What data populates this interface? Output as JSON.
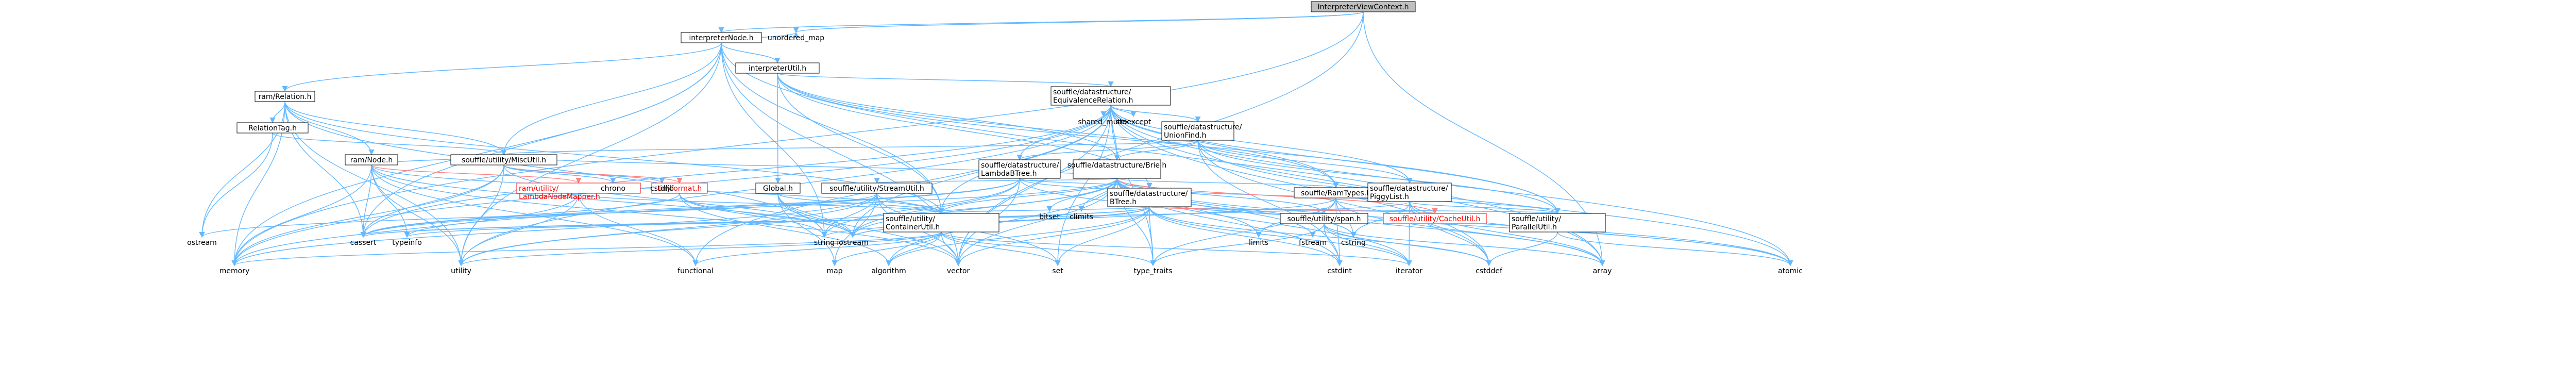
{
  "graph": {
    "root": "InterpreterViewContext.h",
    "nodes": [
      {
        "id": "n_root",
        "label": "InterpreterViewContext.h",
        "kind": "root"
      },
      {
        "id": "n_node",
        "label": "interpreterNode.h",
        "kind": "file"
      },
      {
        "id": "n_util",
        "label": "interpreterUtil.h",
        "kind": "file"
      },
      {
        "id": "n_ramrel",
        "label": "ram/Relation.h",
        "kind": "file"
      },
      {
        "id": "n_reltag",
        "label": "RelationTag.h",
        "kind": "file"
      },
      {
        "id": "n_ramnode",
        "label": "ram/Node.h",
        "kind": "file"
      },
      {
        "id": "n_misc",
        "label": "souffle/utility/MiscUtil.h",
        "kind": "file"
      },
      {
        "id": "n_lambda",
        "label": "ram/utility/LambdaNodeMapper.h",
        "kind": "incomplete"
      },
      {
        "id": "n_tiny",
        "label": "tinyformat.h",
        "kind": "incomplete"
      },
      {
        "id": "n_global",
        "label": "Global.h",
        "kind": "file"
      },
      {
        "id": "n_eqrel",
        "label": "souffle/datastructure/EquivalenceRelation.h",
        "kind": "file"
      },
      {
        "id": "n_uf",
        "label": "souffle/datastructure/UnionFind.h",
        "kind": "file"
      },
      {
        "id": "n_lbt",
        "label": "souffle/datastructure/LambdaBTree.h",
        "kind": "file"
      },
      {
        "id": "n_brie",
        "label": "souffle/datastructure/Brie.h",
        "kind": "file"
      },
      {
        "id": "n_stream",
        "label": "souffle/utility/StreamUtil.h",
        "kind": "file"
      },
      {
        "id": "n_btree",
        "label": "souffle/datastructure/BTree.h",
        "kind": "file"
      },
      {
        "id": "n_ramtypes",
        "label": "souffle/RamTypes.h",
        "kind": "file"
      },
      {
        "id": "n_piggy",
        "label": "souffle/datastructure/PiggyList.h",
        "kind": "file"
      },
      {
        "id": "n_cont",
        "label": "souffle/utility/ContainerUtil.h",
        "kind": "file"
      },
      {
        "id": "n_span",
        "label": "souffle/utility/span.h",
        "kind": "file"
      },
      {
        "id": "n_cache",
        "label": "souffle/utility/CacheUtil.h",
        "kind": "incomplete"
      },
      {
        "id": "n_par",
        "label": "souffle/utility/ParallelUtil.h",
        "kind": "file"
      }
    ],
    "system_headers": [
      "unordered_map",
      "shared_mutex",
      "stdexcept",
      "chrono",
      "cstdlib",
      "bitset",
      "climits",
      "limits",
      "fstream",
      "cstring",
      "ostream",
      "cassert",
      "typeinfo",
      "string",
      "iostream",
      "memory",
      "utility",
      "functional",
      "map",
      "algorithm",
      "vector",
      "set",
      "type_traits",
      "cstdint",
      "iterator",
      "cstddef",
      "array",
      "atomic"
    ],
    "colors": {
      "edge": "#63b8ff",
      "edge_incomplete": "#ff8080",
      "root_fill": "#bfbfbf",
      "node_stroke": "#000000",
      "incomplete_text": "#ff0000"
    }
  }
}
